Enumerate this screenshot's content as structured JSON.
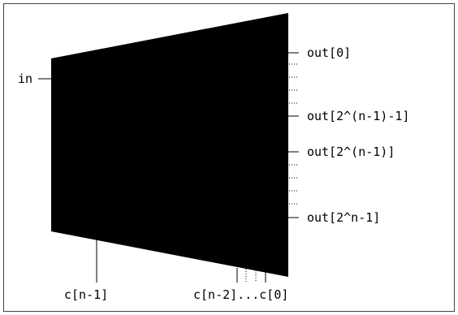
{
  "diagram": {
    "background_color": "#ffffff",
    "frame_color": "#444444",
    "block_color": "#000000",
    "input_label": "in",
    "output_labels": [
      "out[0]",
      "out[2^(n-1)-1]",
      "out[2^(n-1)]",
      "out[2^n-1]"
    ],
    "control_labels": {
      "msb": "c[n-1]",
      "rest": "c[n-2]...c[0]"
    }
  }
}
